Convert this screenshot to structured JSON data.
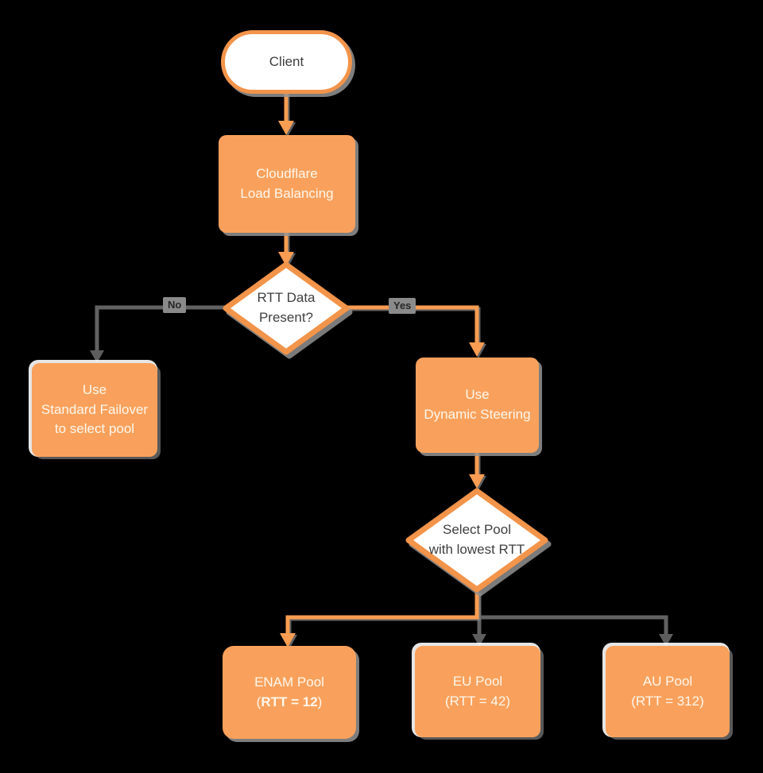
{
  "diagram": {
    "title_semantic": "Cloudflare Load Balancing dynamic steering flowchart",
    "colors": {
      "background": "#000000",
      "node_fill_orange": "#F9A15C",
      "node_stroke_orange": "#F2944A",
      "connector_orange": "#F99D52",
      "connector_gray": "#626262",
      "node_text_light": "#FFF7ED",
      "node_text_dark": "#3F3F3F"
    },
    "nodes": {
      "client": {
        "label": "Client"
      },
      "cloudflare_lb": {
        "line1": "Cloudflare",
        "line2": "Load Balancing"
      },
      "rtt_decision": {
        "line1": "RTT Data",
        "line2": "Present?"
      },
      "standard_failover": {
        "line1": "Use",
        "line2": "Standard Failover",
        "line3": "to select pool"
      },
      "dynamic_steering": {
        "line1": "Use",
        "line2": "Dynamic Steering"
      },
      "select_pool_decision": {
        "line1": "Select Pool",
        "line2": "with lowest RTT"
      },
      "enam_pool": {
        "line1": "ENAM Pool",
        "paren_open": "(",
        "rtt_bold": "RTT = 12",
        "paren_close": ")"
      },
      "eu_pool": {
        "line1": "EU Pool",
        "line2": "(RTT = 42)"
      },
      "au_pool": {
        "line1": "AU Pool",
        "line2": "(RTT = 312)"
      }
    },
    "edge_labels": {
      "no": "No",
      "yes": "Yes"
    }
  }
}
